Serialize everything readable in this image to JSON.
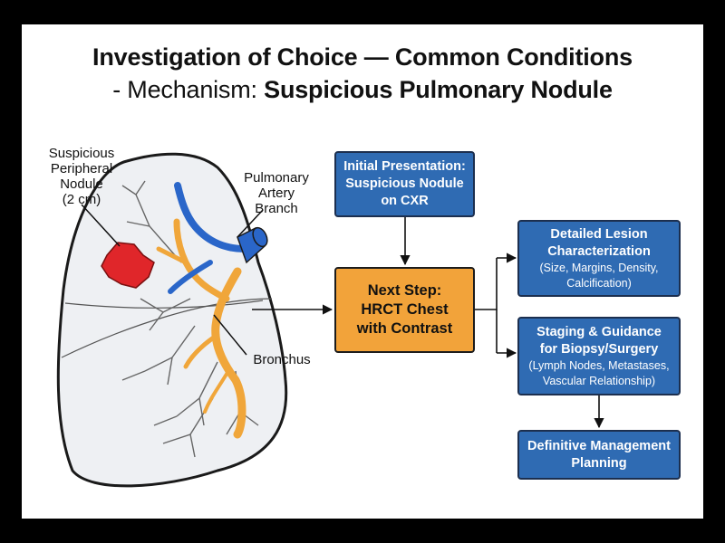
{
  "title": {
    "line1": "Investigation of Choice — Common Conditions",
    "line2_prefix": "- Mechanism: ",
    "line2_bold": "Suspicious Pulmonary Nodule"
  },
  "anatomy_labels": {
    "nodule": [
      "Suspicious",
      "Peripheral",
      "Nodule",
      "(2 cm)"
    ],
    "artery": [
      "Pulmonary",
      "Artery",
      "Branch"
    ],
    "bronchus": "Bronchus"
  },
  "flow": {
    "initial": [
      "Initial Presentation:",
      "Suspicious Nodule",
      "on CXR"
    ],
    "next_step": [
      "Next Step:",
      "HRCT Chest",
      "with Contrast"
    ],
    "lesion": {
      "title": [
        "Detailed Lesion",
        "Characterization"
      ],
      "detail": [
        "(Size, Margins, Density,",
        "Calcification)"
      ]
    },
    "staging": {
      "title": [
        "Staging & Guidance",
        "for Biopsy/Surgery"
      ],
      "detail": [
        "(Lymph Nodes, Metastases,",
        "Vascular Relationship)"
      ]
    },
    "management": [
      "Definitive Management",
      "Planning"
    ]
  },
  "colors": {
    "box_blue": "#2f6bb3",
    "box_orange": "#f2a33a",
    "nodule_red": "#e0262a",
    "artery_blue": "#2a66c9",
    "bronchus_orange": "#f0a63a",
    "lung_fill": "#eef0f3"
  }
}
